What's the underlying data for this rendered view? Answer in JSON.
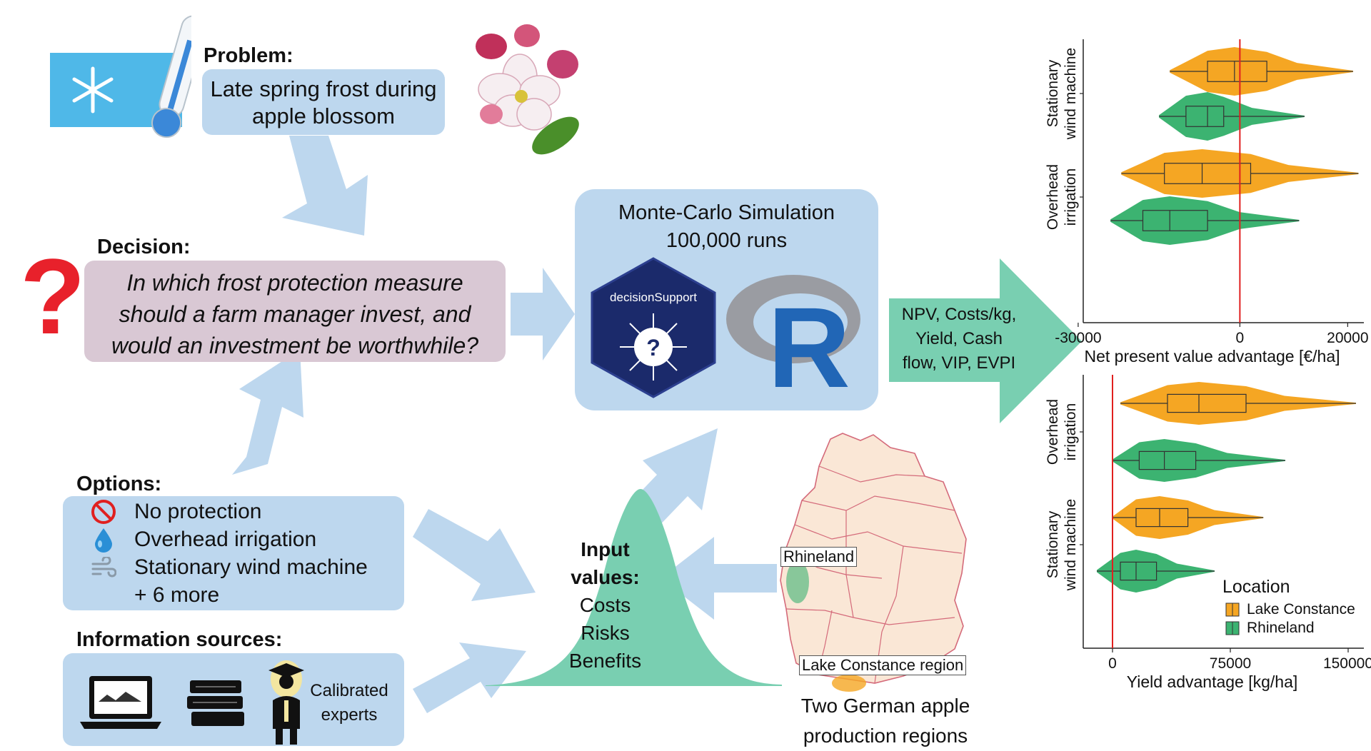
{
  "problem": {
    "heading": "Problem:",
    "text_line1": "Late spring frost during",
    "text_line2": "apple blossom"
  },
  "decision": {
    "heading": "Decision:",
    "question_mark": "?",
    "line1": "In which frost protection measure",
    "line2": "should a farm manager invest, and",
    "line3": "would an investment be worthwhile?"
  },
  "options": {
    "heading": "Options:",
    "items": [
      {
        "label": "No protection",
        "icon": "no-entry-icon",
        "color": "#e0201f"
      },
      {
        "label": "Overhead irrigation",
        "icon": "water-drop-icon",
        "color": "#2a8fd6"
      },
      {
        "label": "Stationary wind machine",
        "icon": "wind-icon",
        "color": "#8a9aa8"
      },
      {
        "label": "+ 6 more",
        "icon": "",
        "color": ""
      }
    ]
  },
  "information_sources": {
    "heading": "Information sources:",
    "icons": [
      "laptop-icon",
      "books-icon",
      "graduate-icon"
    ],
    "experts_line1": "Calibrated",
    "experts_line2": "experts"
  },
  "simulation": {
    "title_line1": "Monte-Carlo Simulation",
    "title_line2": "100,000 runs",
    "hex_label": "decisionSupport",
    "hex_symbol": "?",
    "r_logo_letter": "R"
  },
  "input_values": {
    "line1": "Input",
    "line2": "values:",
    "items": [
      "Costs",
      "Risks",
      "Benefits"
    ]
  },
  "outputs": {
    "line1": "NPV, Costs/kg,",
    "line2": "Yield, Cash",
    "line3": "flow, VIP, EVPI"
  },
  "map": {
    "rhineland_label": "Rhineland",
    "lake_label": "Lake Constance region",
    "caption_line1": "Two German apple",
    "caption_line2": "production regions"
  },
  "colors": {
    "lake_constance": "#f5a623",
    "rhineland": "#3cb371",
    "arrow": "#bdd7ee",
    "output_arrow": "#79cfb1",
    "decision_box": "#d9c8d4",
    "zero_line": "#e0201f"
  },
  "chart_data": [
    {
      "type": "violin",
      "categories": [
        "Stationary wind machine",
        "Overhead irrigation"
      ],
      "category_labels": [
        [
          "Stationary",
          "wind machine"
        ],
        [
          "Overhead",
          "irrigation"
        ]
      ],
      "series": [
        {
          "name": "Lake Constance",
          "color": "#f5a623"
        },
        {
          "name": "Rhineland",
          "color": "#3cb371"
        }
      ],
      "distributions": [
        {
          "category": "Stationary wind machine",
          "series": "Lake Constance",
          "min": -13000,
          "q1": -6000,
          "median": -1000,
          "q3": 5000,
          "max": 21000
        },
        {
          "category": "Stationary wind machine",
          "series": "Rhineland",
          "min": -15000,
          "q1": -10000,
          "median": -6000,
          "q3": -3000,
          "max": 12000
        },
        {
          "category": "Overhead irrigation",
          "series": "Lake Constance",
          "min": -22000,
          "q1": -14000,
          "median": -7000,
          "q3": 2000,
          "max": 22000
        },
        {
          "category": "Overhead irrigation",
          "series": "Rhineland",
          "min": -24000,
          "q1": -18000,
          "median": -13000,
          "q3": -6000,
          "max": 11000
        }
      ],
      "x_ticks": [
        -30000,
        0,
        20000
      ],
      "x_tick_labels": [
        "-30000",
        "0",
        "20000"
      ],
      "xlim": [
        -28000,
        23000
      ],
      "reference_line": 0,
      "xlabel": "Net present value advantage [€/ha]"
    },
    {
      "type": "violin",
      "categories": [
        "Overhead irrigation",
        "Stationary wind machine"
      ],
      "category_labels": [
        [
          "Overhead",
          "irrigation"
        ],
        [
          "Stationary",
          "wind machine"
        ]
      ],
      "series": [
        {
          "name": "Lake Constance",
          "color": "#f5a623"
        },
        {
          "name": "Rhineland",
          "color": "#3cb371"
        }
      ],
      "distributions": [
        {
          "category": "Overhead irrigation",
          "series": "Lake Constance",
          "min": 5000,
          "q1": 35000,
          "median": 55000,
          "q3": 85000,
          "max": 155000
        },
        {
          "category": "Overhead irrigation",
          "series": "Rhineland",
          "min": 0,
          "q1": 17000,
          "median": 33000,
          "q3": 53000,
          "max": 110000
        },
        {
          "category": "Stationary wind machine",
          "series": "Lake Constance",
          "min": 0,
          "q1": 15000,
          "median": 30000,
          "q3": 48000,
          "max": 96000
        },
        {
          "category": "Stationary wind machine",
          "series": "Rhineland",
          "min": -10000,
          "q1": 5000,
          "median": 15000,
          "q3": 28000,
          "max": 65000
        }
      ],
      "x_ticks": [
        0,
        75000,
        150000
      ],
      "x_tick_labels": [
        "0",
        "75000",
        "150000"
      ],
      "xlim": [
        -15000,
        160000
      ],
      "reference_line": 0,
      "xlabel": "Yield advantage [kg/ha]",
      "legend_title": "Location",
      "legend_position": "bottom-right"
    }
  ]
}
